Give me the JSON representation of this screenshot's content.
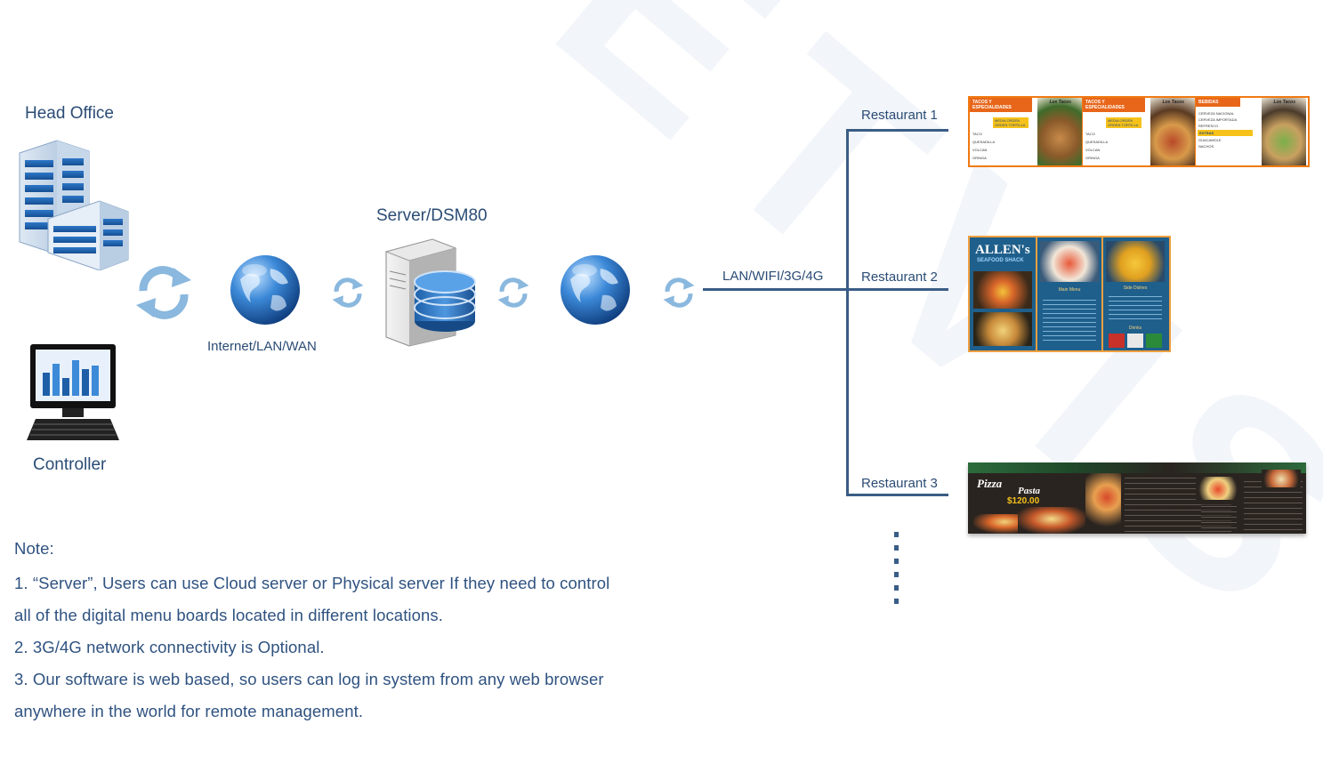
{
  "watermark": "BETVIS",
  "head_office": {
    "label": "Head Office",
    "icon": "office-building-icon"
  },
  "controller": {
    "label": "Controller",
    "icon": "monitor-chart-icon"
  },
  "internet": {
    "label": "Internet/LAN/WAN",
    "icon": "globe-icon"
  },
  "server": {
    "label": "Server/DSM80",
    "icon": "server-database-icon"
  },
  "network": {
    "label": "LAN/WIFI/3G/4G"
  },
  "sync_icon": "sync-arrows-icon",
  "restaurants": [
    {
      "label": "Restaurant 1",
      "board": {
        "panels": [
          {
            "header": "TACOS Y ESPECIALIDADES",
            "sub": "MEDIA ORDEN ORDEN TORTILLA",
            "rows": [
              "TACO",
              "QUESADILLA",
              "VOLCAN",
              "GRINGA"
            ],
            "badge": "Los Tacos"
          },
          {
            "header": "TACOS Y ESPECIALIDADES",
            "sub": "MEDIA ORDEN ORDEN TORTILLA",
            "rows": [
              "TACO",
              "QUESADILLA",
              "VOLCAN",
              "GRINGA"
            ],
            "badge": "Los Tacos"
          },
          {
            "header": "BEBIDAS",
            "sub": "EXTRAS",
            "rows": [
              "CERVEZA NACIONAL",
              "CERVEZA IMPORTADA",
              "REFRESCO",
              "GUACAMOLE",
              "NACHOS"
            ],
            "badge": "Los Tacos"
          }
        ],
        "colors": {
          "accent": "#f07a12",
          "header": "#e8661a",
          "strip": "#f6c21a"
        }
      }
    },
    {
      "label": "Restaurant 2",
      "board": {
        "brand": "ALLEN's",
        "brand_sub": "SEAFOOD SHACK",
        "sections": [
          "Main Menu",
          "Side Dishes",
          "Drinks"
        ],
        "colors": {
          "bg": "#1f5f8b",
          "frame": "#f0a040"
        }
      }
    },
    {
      "label": "Restaurant 3",
      "board": {
        "title1": "Pizza",
        "title2": "Pasta",
        "price": "$120.00",
        "colors": {
          "bg": "#2a2420",
          "accent": "#2d6b3c"
        }
      }
    }
  ],
  "notes": {
    "title": "Note:",
    "lines": [
      "1. “Server”, Users can use Cloud server or Physical server If they need to control",
      "all of the digital menu boards located in different locations.",
      "2. 3G/4G network connectivity is Optional.",
      "3. Our software is web based, so users can log in system from any web browser",
      "anywhere in the world for remote management."
    ]
  },
  "colors": {
    "text": "#2b4c75",
    "line": "#3a5d86",
    "sync": "#8ab8de",
    "globe": "#2a6fc0"
  }
}
